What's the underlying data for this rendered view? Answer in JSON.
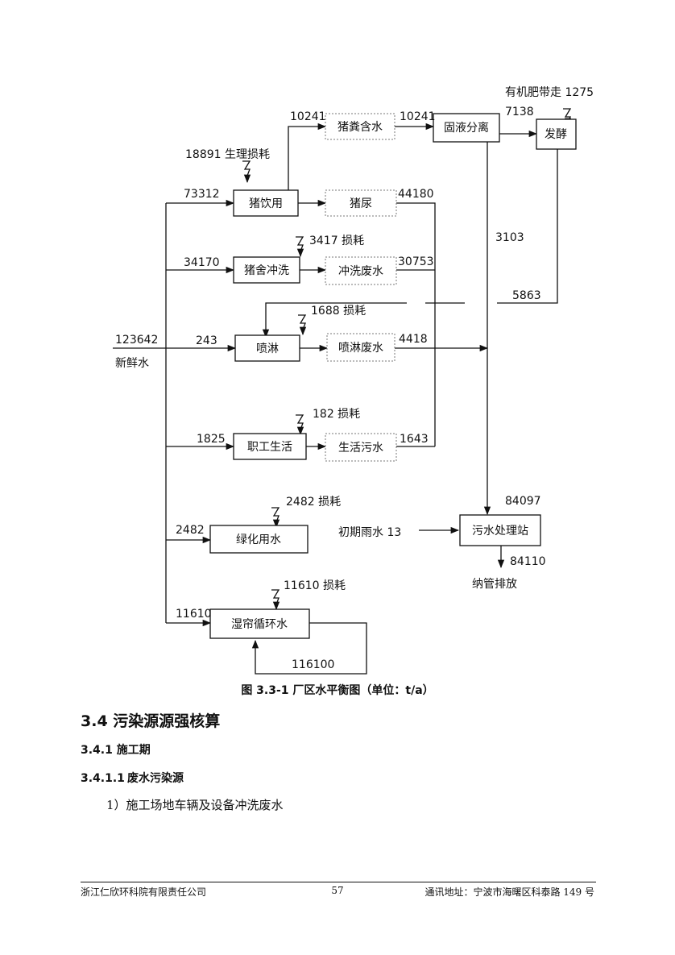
{
  "figure": {
    "nodes": {
      "pig_drinking": "猪饮用",
      "pen_washing": "猪舍冲洗",
      "spraying": "喷淋",
      "staff_living": "职工生活",
      "greening": "绿化用水",
      "wet_curtain": "湿帘循环水",
      "manure_water": "猪粪含水",
      "pig_urine": "猪尿",
      "washing_wastewater": "冲洗废水",
      "spray_wastewater": "喷淋废水",
      "domestic_sewage": "生活污水",
      "solid_liquid_sep": "固液分离",
      "fermentation": "发酵",
      "wwtp": "污水处理站"
    },
    "labels": {
      "fresh_water_total": "123642",
      "fresh_water": "新鲜水",
      "physio_loss": "18891 生理损耗",
      "manure_in": "10241",
      "manure_out": "10241",
      "fert_out": "有机肥带走 1275",
      "to_ferment": "7138",
      "drink_in": "73312",
      "urine_out": "44180",
      "sep_to_wwtp": "3103",
      "wash_loss": "3417 损耗",
      "wash_in": "34170",
      "wash_out": "30753",
      "ferment_return": "5863",
      "spray_loss": "1688 损耗",
      "spray_in": "243",
      "spray_out": "4418",
      "staff_loss": "182 损耗",
      "staff_in": "1825",
      "staff_out": "1643",
      "wwtp_in": "84097",
      "green_loss": "2482 损耗",
      "green_in": "2482",
      "rain": "初期雨水 13",
      "wwtp_out": "84110",
      "discharge": "纳管排放",
      "curtain_loss": "11610 损耗",
      "curtain_in": "11610",
      "curtain_recycle": "116100"
    },
    "caption": "图 3.3-1 厂区水平衡图（单位：t/a）"
  },
  "headings": {
    "h2": "3.4 污染源源强核算",
    "h3": "3.4.1 施工期",
    "h4_num": "3.4.1.1",
    "h4_text": "废水污染源"
  },
  "body": {
    "item1": "1）施工场地车辆及设备冲洗废水"
  },
  "footer": {
    "left": "浙江仁欣环科院有限责任公司",
    "page": "57",
    "right": "通讯地址：宁波市海曙区科泰路 149 号"
  }
}
